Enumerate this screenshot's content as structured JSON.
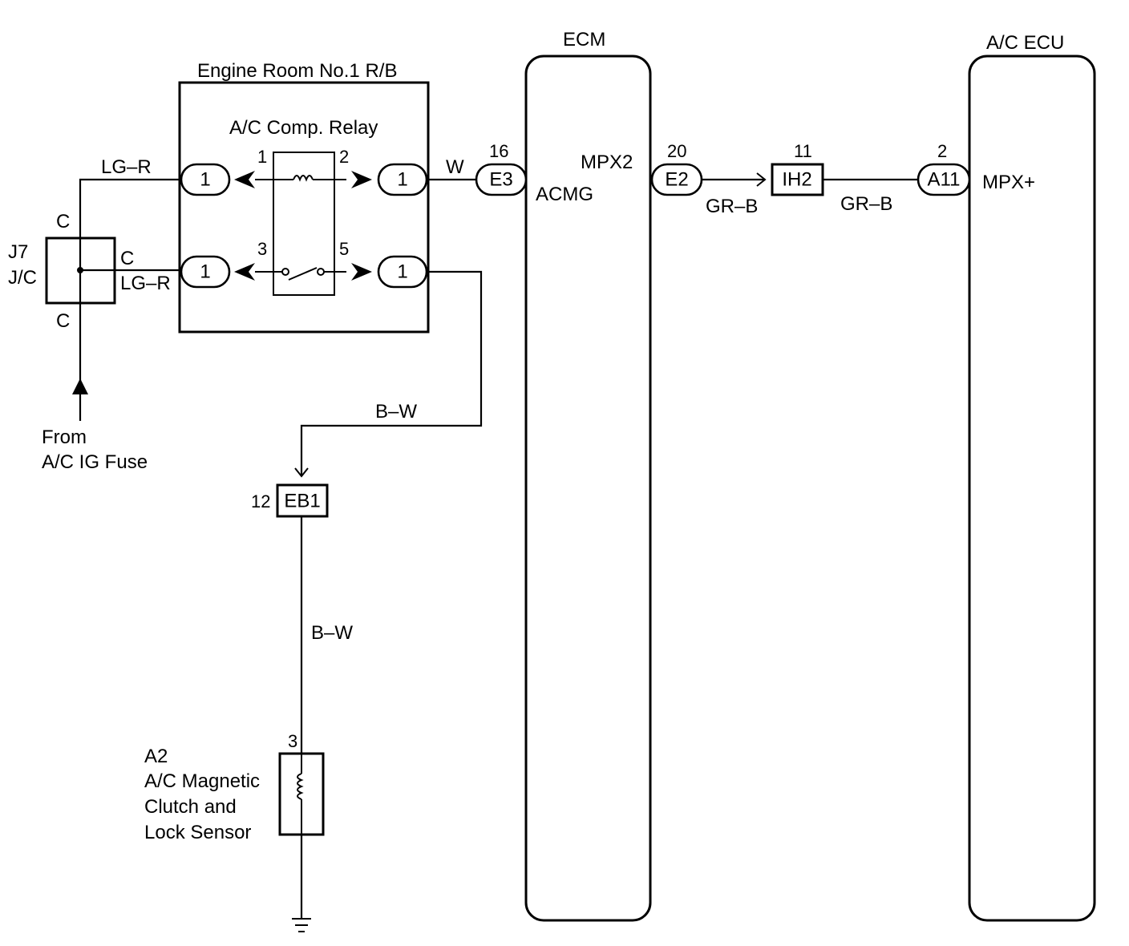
{
  "relay_block": {
    "title": "Engine Room No.1 R/B",
    "relay_name": "A/C Comp. Relay",
    "terminal_label": "1",
    "pins": {
      "p1": "1",
      "p2": "2",
      "p3": "3",
      "p5": "5"
    }
  },
  "junction": {
    "id": "J7",
    "name": "J/C",
    "terminal": "C"
  },
  "wires": {
    "lg_r": "LG–R",
    "w": "W",
    "b_w": "B–W",
    "gr_b": "GR–B"
  },
  "fuse_source": {
    "line1": "From",
    "line2": "A/C IG Fuse"
  },
  "ecm": {
    "title": "ECM",
    "terminal_acmg": "ACMG",
    "terminal_mpx2": "MPX2",
    "conn_e3": {
      "name": "E3",
      "pin": "16"
    },
    "conn_e2": {
      "name": "E2",
      "pin": "20"
    }
  },
  "inline_ih2": {
    "name": "IH2",
    "pin": "11"
  },
  "inline_eb1": {
    "name": "EB1",
    "pin": "12"
  },
  "ac_ecu": {
    "title": "A/C ECU",
    "terminal": "MPX+",
    "conn_a11": {
      "name": "A11",
      "pin": "2"
    }
  },
  "clutch": {
    "id": "A2",
    "pin": "3",
    "line1": "A/C Magnetic",
    "line2": "Clutch and",
    "line3": "Lock Sensor"
  }
}
